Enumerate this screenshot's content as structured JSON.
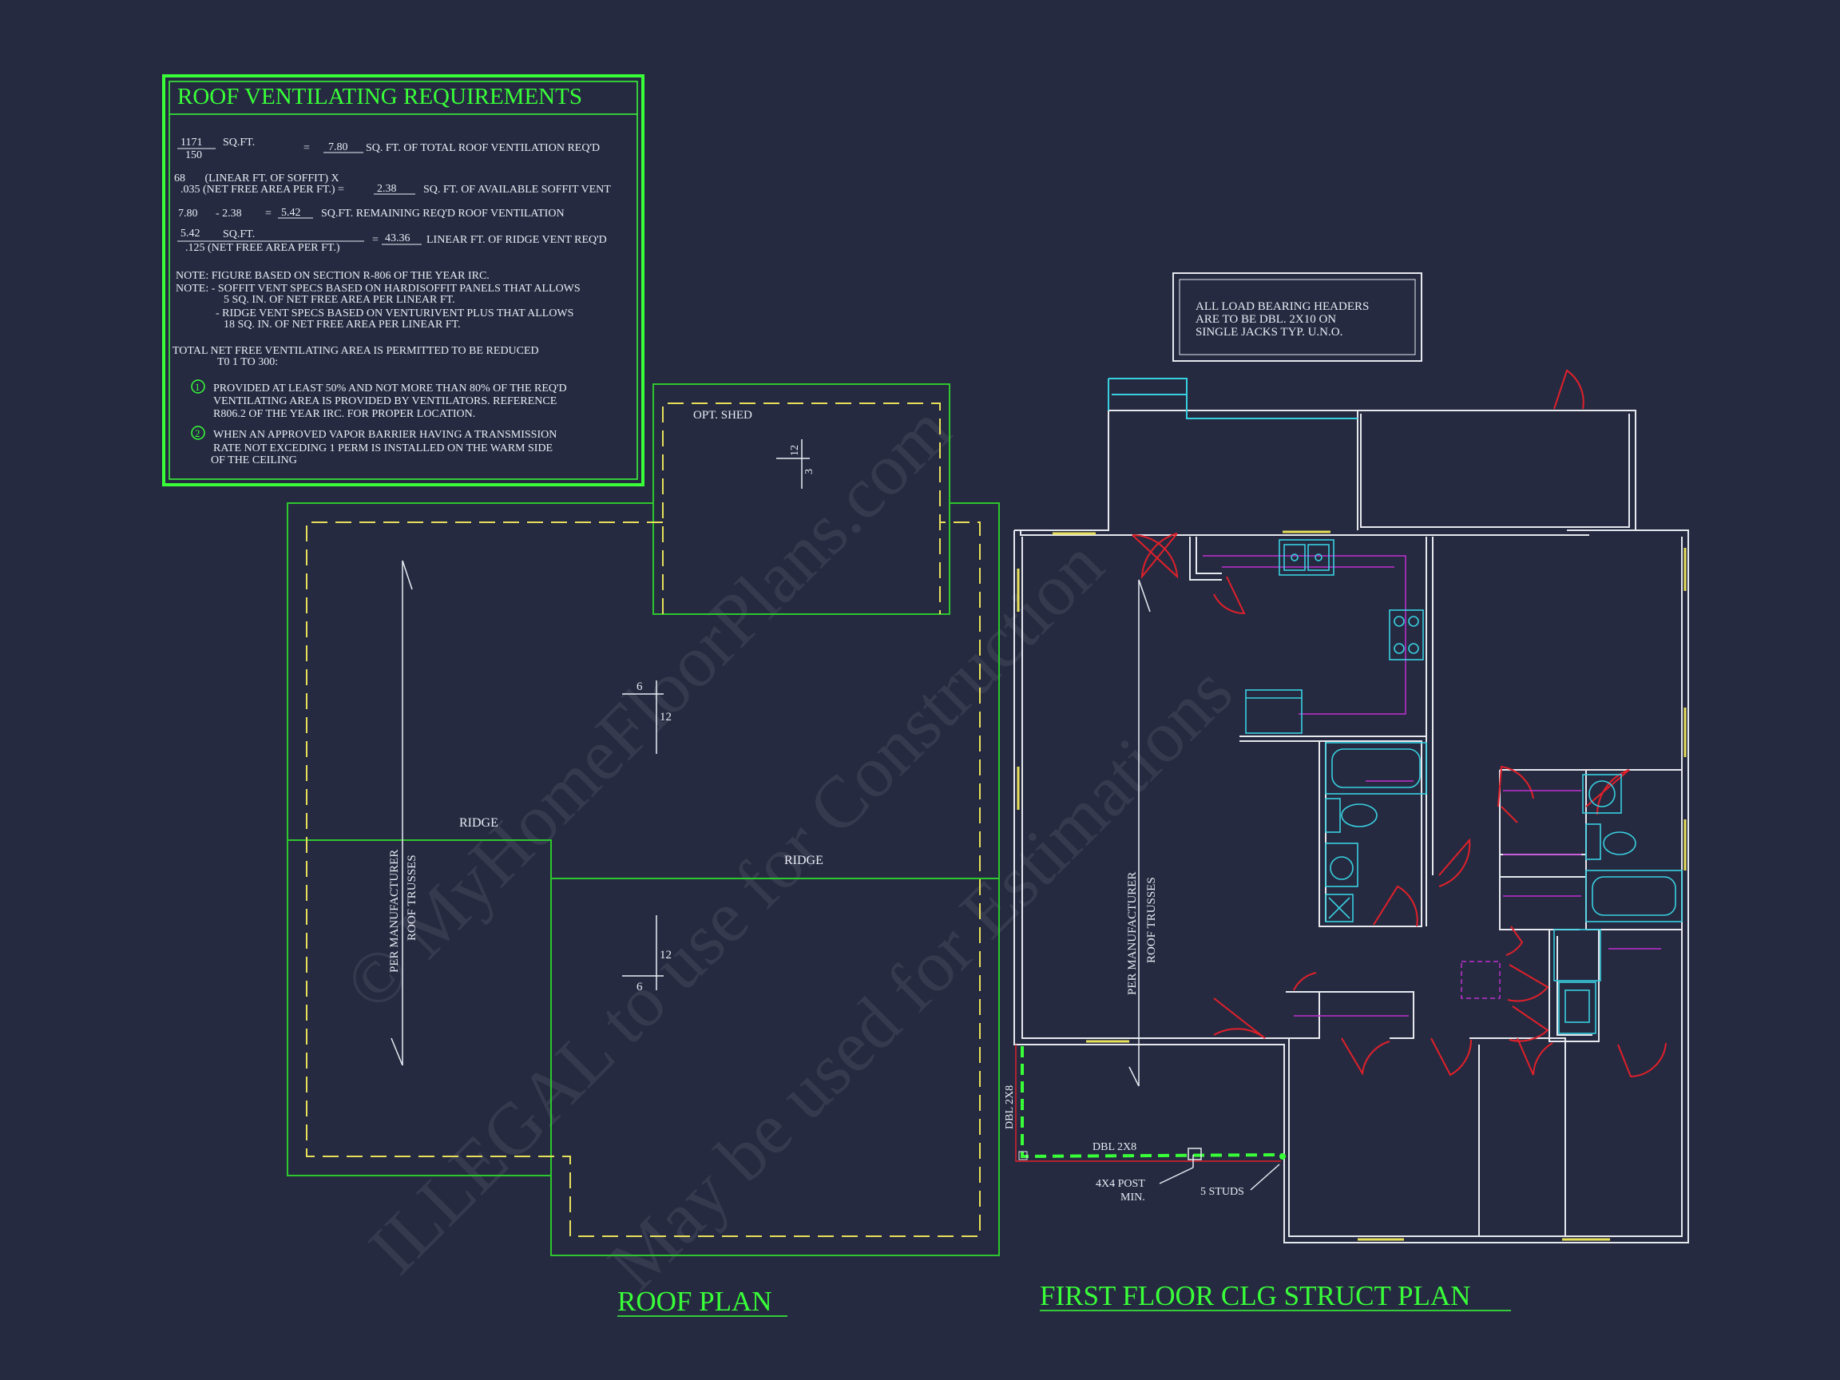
{
  "vent_box": {
    "title": "ROOF VENTILATING REQUIREMENTS",
    "row1_num": "1171",
    "row1_den": "150",
    "row1_unit": "SQ.FT.",
    "row1_eq": "=",
    "row1_val": "7.80",
    "row1_desc": "SQ. FT. OF TOTAL ROOF VENTILATION REQ'D",
    "row2_line1": "68       (LINEAR FT. OF SOFFIT) X",
    "row2_line2": ".035 (NET FREE AREA PER FT.) =",
    "row2_val": "2.38",
    "row2_desc": "SQ. FT. OF AVAILABLE SOFFIT VENT",
    "row3_a": "7.80",
    "row3_b": "- 2.38",
    "row3_eq": "=",
    "row3_val": "5.42",
    "row3_desc": "SQ.FT. REMAINING REQ'D ROOF VENTILATION",
    "row4_num": "5.42",
    "row4_unit": "SQ.FT.",
    "row4_den": ".125 (NET FREE AREA PER FT.)",
    "row4_eq": "=",
    "row4_val": "43.36",
    "row4_desc": "LINEAR FT. OF RIDGE VENT REQ'D",
    "note1": "NOTE: FIGURE BASED ON SECTION R-806 OF THE YEAR IRC.",
    "note2a": "NOTE: - SOFFIT VENT SPECS BASED ON HARDISOFFIT PANELS THAT ALLOWS",
    "note2b": "5 SQ. IN. OF NET FREE AREA PER LINEAR FT.",
    "note2c": "- RIDGE VENT SPECS BASED ON VENTURIVENT PLUS THAT ALLOWS",
    "note2d": "18 SQ. IN. OF NET FREE AREA PER LINEAR FT.",
    "total_a": "TOTAL NET FREE VENTILATING AREA IS PERMITTED TO BE REDUCED",
    "total_b": "T0 1 TO 300:",
    "item1_num": "1",
    "item1_a": "PROVIDED AT LEAST 50% AND NOT MORE THAN 80% OF THE REQ'D",
    "item1_b": "VENTILATING AREA IS PROVIDED BY VENTILATORS.  REFERENCE",
    "item1_c": "R806.2  OF THE YEAR IRC. FOR PROPER LOCATION.",
    "item2_num": "2",
    "item2_a": "WHEN AN APPROVED VAPOR BARRIER HAVING A TRANSMISSION",
    "item2_b": "RATE NOT EXCEDING 1 PERM IS INSTALLED ON THE WARM SIDE",
    "item2_c": "OF THE CEILING"
  },
  "roof_plan": {
    "opt_shed": "OPT. SHED",
    "shed_pitch_rise": "3",
    "shed_pitch_run": "12",
    "pitch1_rise": "6",
    "pitch1_run": "12",
    "pitch2_rise": "6",
    "pitch2_run": "12",
    "ridge_left": "RIDGE",
    "ridge_right": "RIDGE",
    "trusses_line1": "PER MANUFACTURER",
    "trusses_line2": "ROOF TRUSSES",
    "title": "ROOF PLAN"
  },
  "ceiling_plan": {
    "header_note_1": "ALL LOAD BEARING HEADERS",
    "header_note_2": "ARE TO BE DBL. 2X10 ON",
    "header_note_3": "SINGLE JACKS TYP. U.N.O.",
    "trusses_line1": "PER MANUFACTURER",
    "trusses_line2": "ROOF TRUSSES",
    "dbl_vertical": "DBL 2X8",
    "dbl_horizontal": "DBL 2X8",
    "post_1": "4X4 POST",
    "post_2": "MIN.",
    "studs": "5 STUDS",
    "title": "FIRST FLOOR CLG STRUCT PLAN"
  },
  "watermark": {
    "line1": "© MyHomeFloorPlans.com",
    "line2": "ILLEGAL to use for Construction",
    "line3": "May be used for Estimations"
  },
  "colors": {
    "background": "#252a40",
    "green": "#39ff39",
    "wall": "#e6e8ee",
    "yellow_dash": "#e8e05a",
    "red_door": "#e0202a",
    "cyan": "#38d0e0",
    "magenta": "#c030d0"
  }
}
